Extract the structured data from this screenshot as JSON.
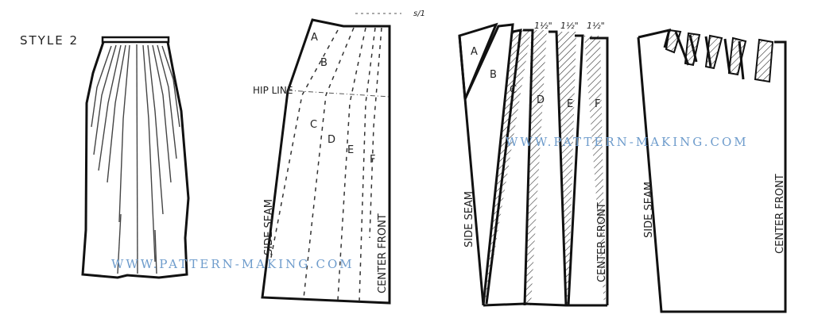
{
  "title": "STYLE 2",
  "colors": {
    "ink": "#111111",
    "watermark": "#6e9ccc",
    "background": "#ffffff"
  },
  "figure1": {
    "name": "skirt-illustration"
  },
  "figure2": {
    "hip_line_label": "HIP LINE",
    "annotation": "s/1",
    "section_labels": [
      "A",
      "B",
      "C",
      "D",
      "E",
      "F"
    ],
    "side_seam_label": "SIDE SEAM",
    "center_front_label": "CENTER FRONT"
  },
  "figure3": {
    "section_labels": [
      "A",
      "B",
      "C",
      "D",
      "E",
      "F"
    ],
    "spread_amounts": [
      "1½\"",
      "1½\"",
      "1½\""
    ],
    "side_seam_label": "SIDE SEAM",
    "center_front_label": "CENTER FRONT"
  },
  "figure4": {
    "side_seam_label": "SIDE SEAM",
    "center_front_label": "CENTER FRONT"
  },
  "watermarks": [
    "WWW.PATTERN-MAKING.COM",
    "WWW.PATTERN-MAKING.COM"
  ]
}
